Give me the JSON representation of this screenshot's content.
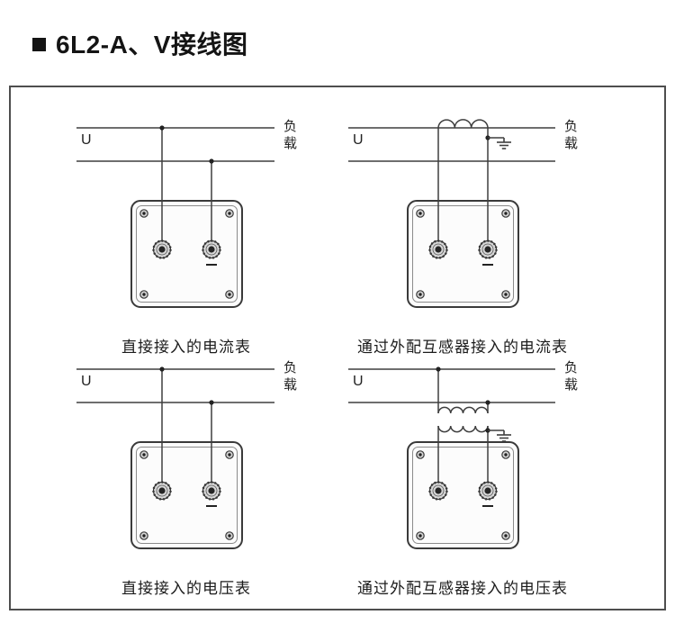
{
  "header": {
    "bullet_icon": "black-square",
    "title": "6L2-A、V接线图"
  },
  "colors": {
    "line": "#3e3e3e",
    "text": "#1c1c1c",
    "panel_border": "#4e4e4e"
  },
  "diagrams": [
    {
      "id": "ammeter-direct",
      "u": "U",
      "load": "负载",
      "caption": "直接接入的电流表"
    },
    {
      "id": "ammeter-via-ct",
      "u": "U",
      "load": "负载",
      "caption": "通过外配互感器接入的电流表"
    },
    {
      "id": "voltmeter-direct",
      "u": "U",
      "load": "负载",
      "caption": "直接接入的电压表"
    },
    {
      "id": "voltmeter-via-pt",
      "u": "U",
      "load": "负载",
      "caption": "通过外配互感器接入的电压表"
    }
  ]
}
